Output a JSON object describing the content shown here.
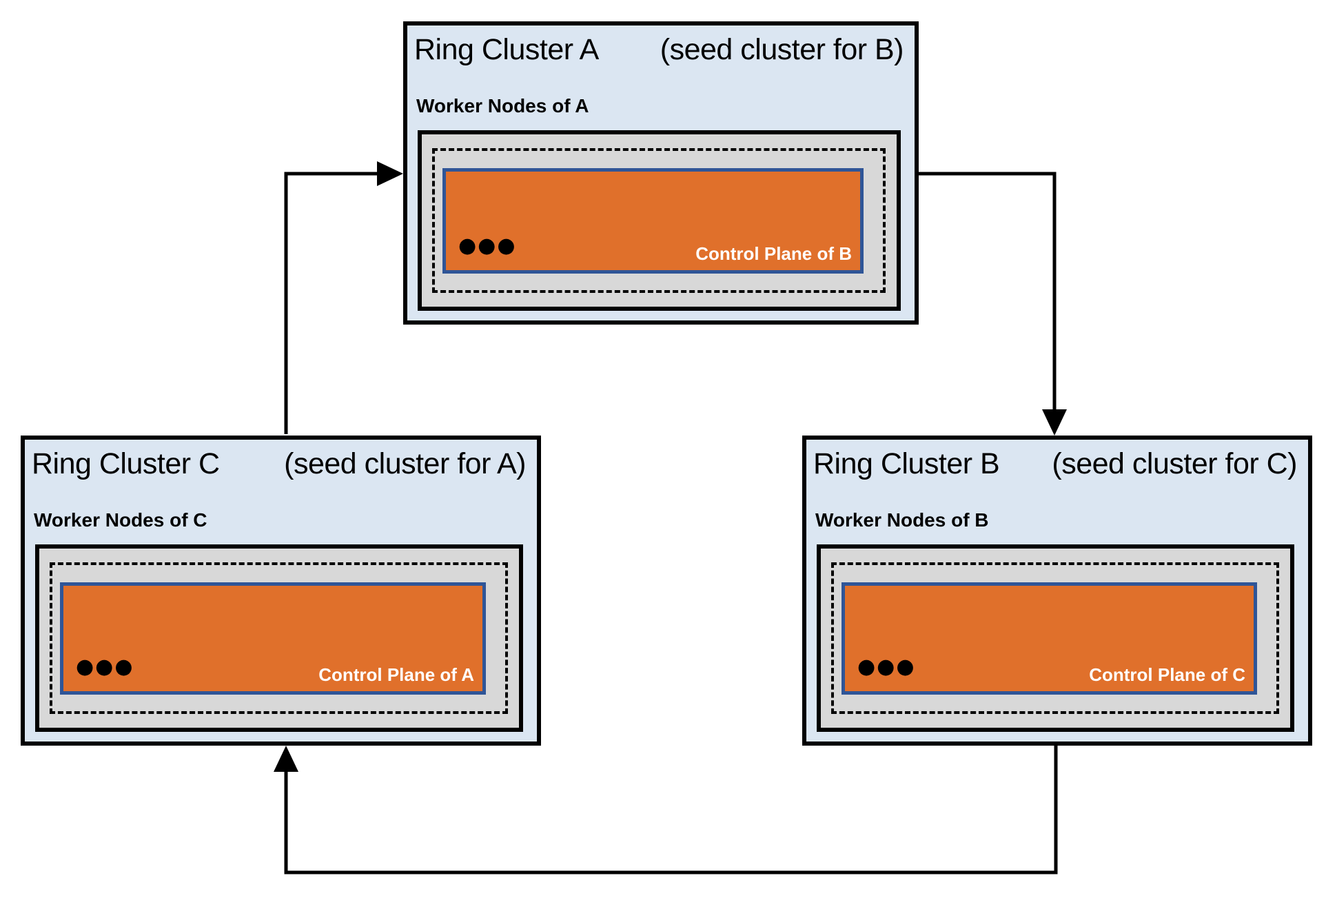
{
  "diagram": {
    "description": "Ring of three Gardener-style clusters, each hosting the control plane of the next",
    "colors": {
      "cluster_fill": "#dbe6f2",
      "worker_nodes_fill": "#d8d8d8",
      "control_plane_fill": "#e0702b",
      "control_plane_border": "#2f5597",
      "line_color": "#000000"
    },
    "clusters": {
      "a": {
        "title": "Ring Cluster A",
        "subtitle": "(seed cluster for B)",
        "worker_label": "Worker Nodes of A",
        "control_label": "Control Plane of B",
        "ellipsis": "●●●"
      },
      "b": {
        "title": "Ring Cluster B",
        "subtitle": "(seed cluster for C)",
        "worker_label": "Worker Nodes of B",
        "control_label": "Control Plane of C",
        "ellipsis": "●●●"
      },
      "c": {
        "title": "Ring Cluster C",
        "subtitle": "(seed cluster for A)",
        "worker_label": "Worker Nodes of C",
        "control_label": "Control Plane of A",
        "ellipsis": "●●●"
      }
    },
    "arrows": [
      {
        "from": "Ring Cluster C",
        "to": "Ring Cluster A"
      },
      {
        "from": "Ring Cluster A",
        "to": "Ring Cluster B"
      },
      {
        "from": "Ring Cluster B",
        "to": "Ring Cluster C"
      }
    ]
  }
}
